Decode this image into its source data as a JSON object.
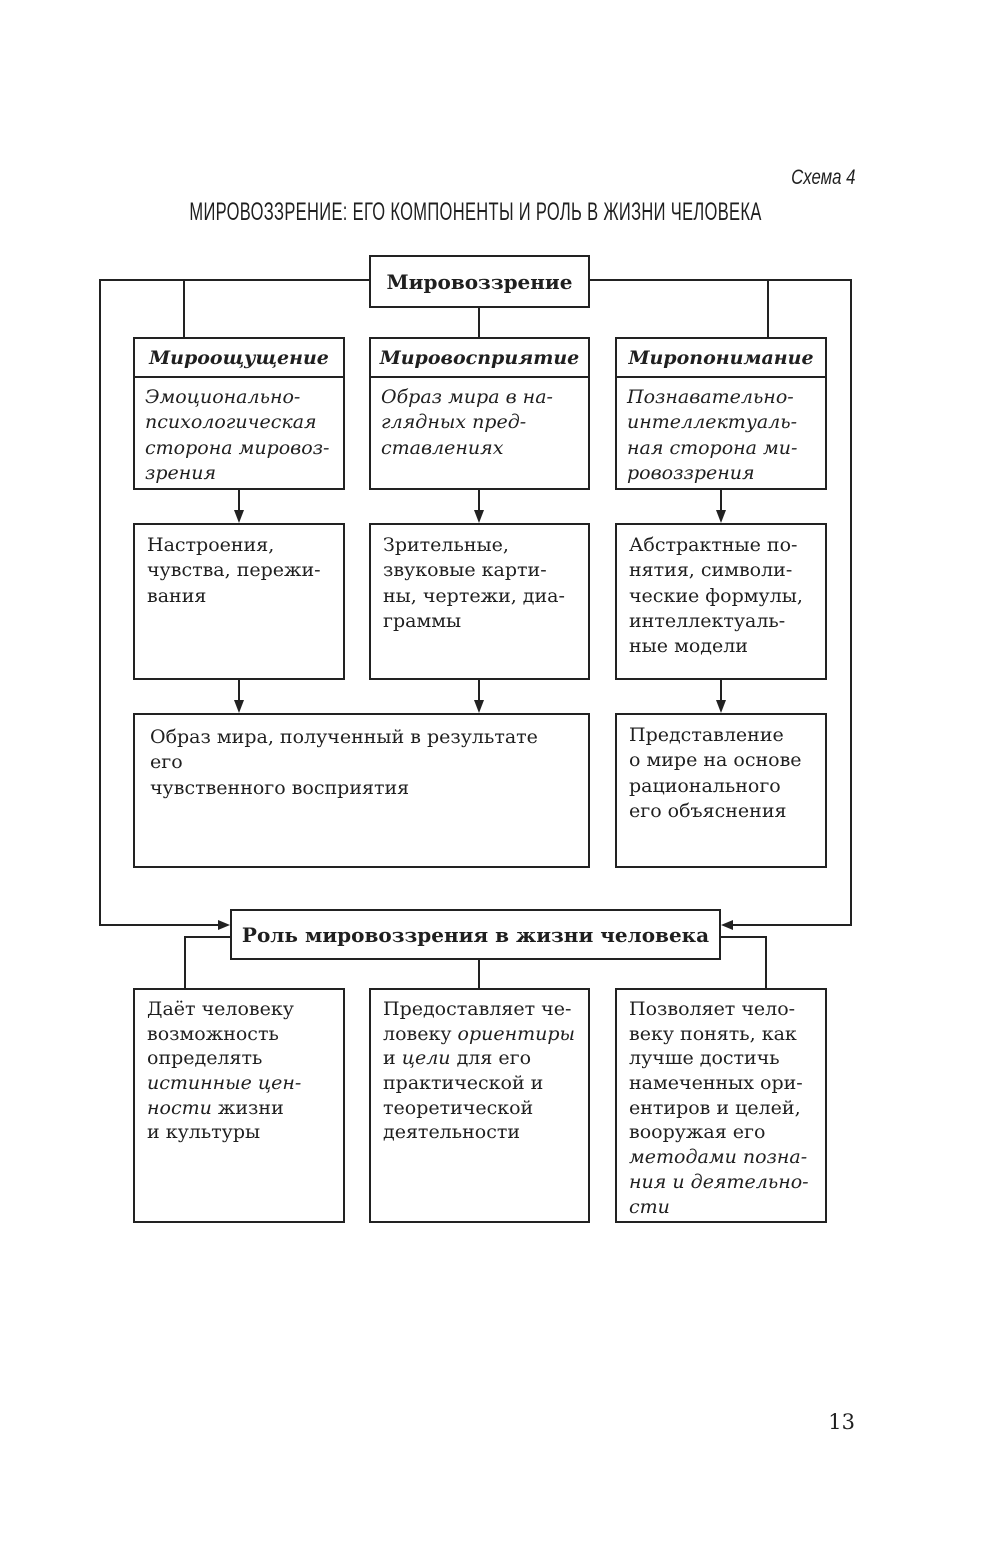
{
  "colors": {
    "ink": "#1f1f1f",
    "line": "#222222",
    "background": "#ffffff"
  },
  "page": {
    "schema_label": "Схема 4",
    "title": "МИРОВОЗЗРЕНИЕ: ЕГО КОМПОНЕНТЫ И РОЛЬ В ЖИЗНИ ЧЕЛОВЕКА",
    "page_number": "13"
  },
  "diagram": {
    "root_label": "Мировоззрение",
    "columns": [
      {
        "header": "Мироощущение",
        "essence": "Эмоционально-\nпсихологическая\nсторона мировоз-\nзрения",
        "forms": "Настроения,\nчувства, пережи-\nвания"
      },
      {
        "header": "Мировосприятие",
        "essence": "Образ мира в на-\nглядных пред-\nставлениях",
        "forms": "Зрительные,\nзвуковые карти-\nны, чертежи, диа-\nграммы"
      },
      {
        "header": "Миропонимание",
        "essence": "Познавательно-\nинтеллектуаль-\nная сторона ми-\nровоззрения",
        "forms": "Абстрактные по-\nнятия, символи-\nческие формулы,\nинтеллектуаль-\nные модели"
      }
    ],
    "outcomes": {
      "sensory": "Образ мира, полученный в результате его\nчувственного восприятия",
      "rational": "Представление\nо мире на основе\nрационального\nего объяснения"
    },
    "role": {
      "title": "Роль мировоззрения в жизни человека",
      "functions": [
        {
          "segments": [
            {
              "t": "Даёт человеку\nвозможность\nопределять\n"
            },
            {
              "t": "истинные цен-\nности",
              "i": true
            },
            {
              "t": " жизни\nи культуры"
            }
          ]
        },
        {
          "segments": [
            {
              "t": "Предоставляет че-\nловеку "
            },
            {
              "t": "ориентиры",
              "i": true
            },
            {
              "t": "\nи "
            },
            {
              "t": "цели",
              "i": true
            },
            {
              "t": " для его\nпрактической и\nтеоретической\nдеятельности"
            }
          ]
        },
        {
          "segments": [
            {
              "t": "Позволяет чело-\nвеку понять, как\nлучше достичь\nнамеченных ори-\nентиров и целей,\nвооружая его\n"
            },
            {
              "t": "методами позна-\nния и деятельно-\nсти",
              "i": true
            }
          ]
        }
      ]
    }
  }
}
